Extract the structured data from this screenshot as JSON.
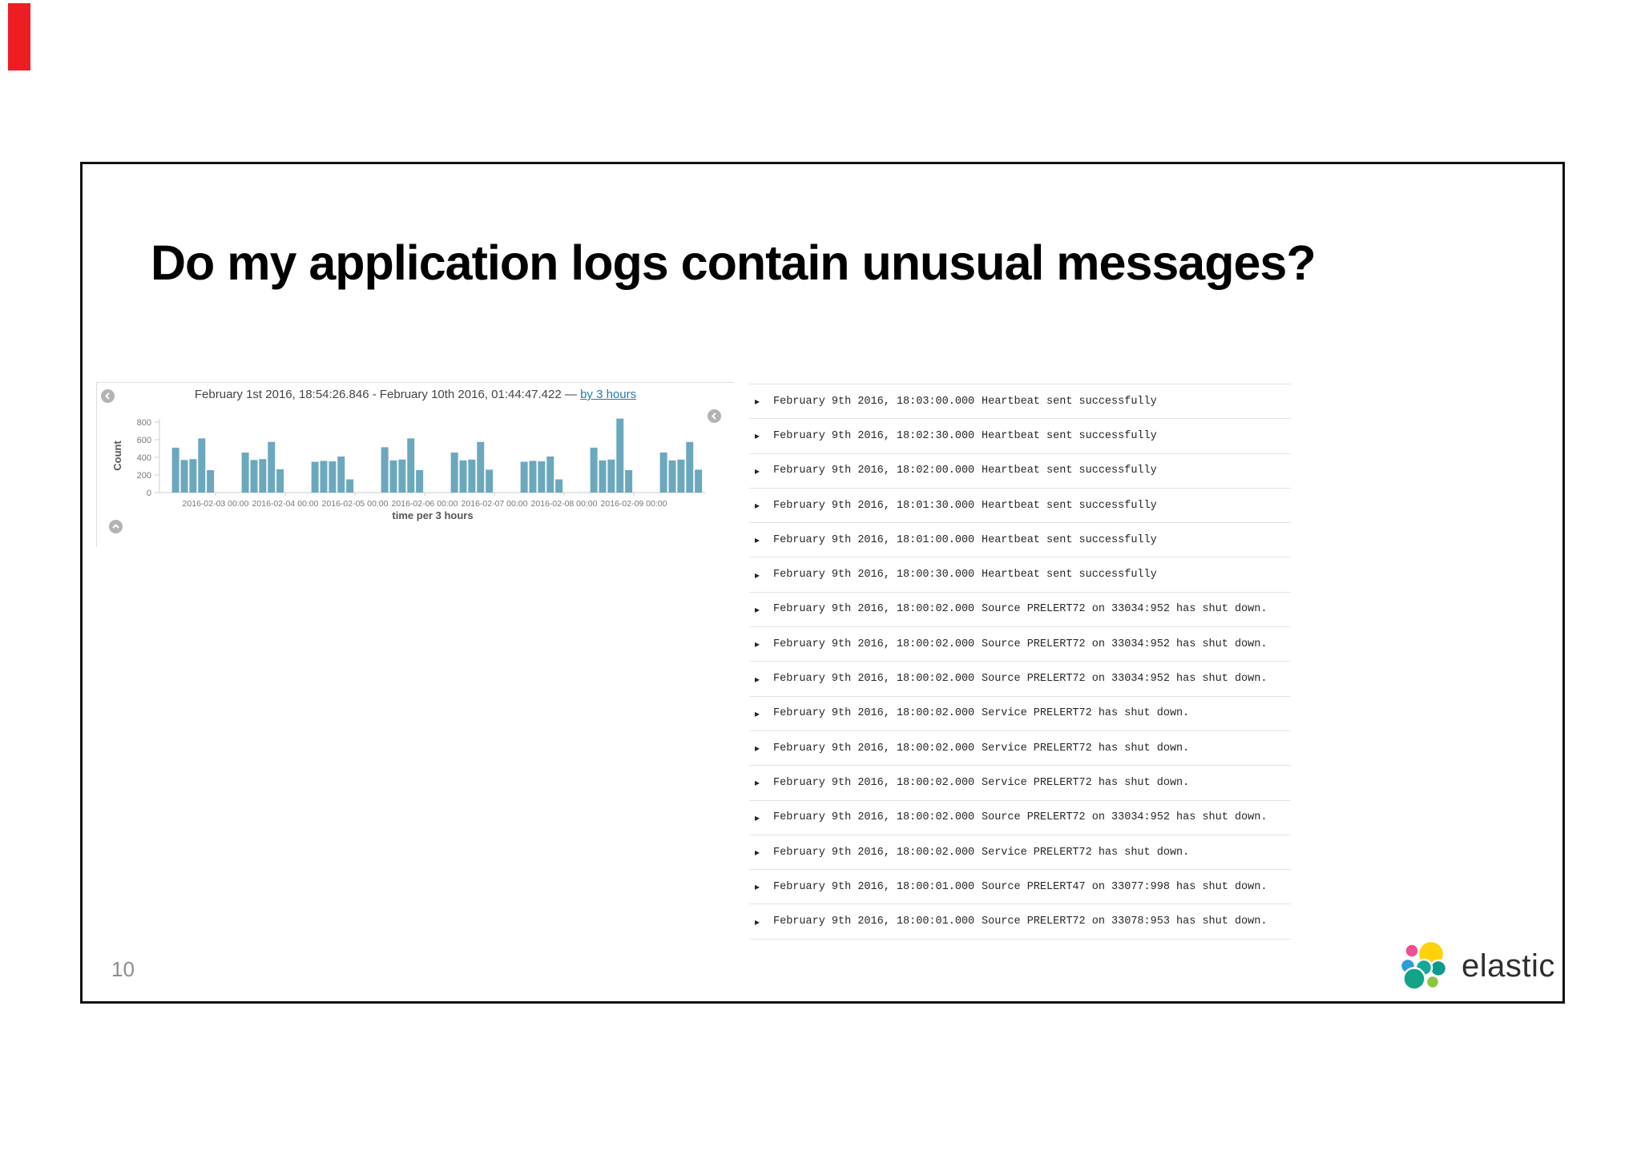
{
  "annotation": {
    "marker_color": "#ee1d23"
  },
  "theme": {
    "link_color": "#2a7ab0",
    "bar_color": "#6ca8bd",
    "axis_color": "#cccccc",
    "tick_text_color": "#777777",
    "axis_label_color": "#555555"
  },
  "slide": {
    "title": "Do my application logs contain unusual messages?",
    "page_number": "10"
  },
  "chart_panel": {
    "header": {
      "time_range": "February 1st 2016, 18:54:26.846 - February 10th 2016, 01:44:47.422",
      "dash": "—",
      "interval_link": "by 3 hours"
    }
  },
  "chart_data": {
    "type": "bar",
    "title": "February 1st 2016, 18:54:26.846 - February 10th 2016, 01:44:47.422 — by 3 hours",
    "xlabel": "time per 3 hours",
    "ylabel": "Count",
    "ylim": [
      0,
      880
    ],
    "yticks": [
      0,
      200,
      400,
      600,
      800
    ],
    "xtick_labels": [
      "2016-02-03 00:00",
      "2016-02-04 00:00",
      "2016-02-05 00:00",
      "2016-02-06 00:00",
      "2016-02-07 00:00",
      "2016-02-08 00:00",
      "2016-02-09 00:00"
    ],
    "interval_hours": 3,
    "slot_times": [
      "09:00",
      "12:00",
      "15:00",
      "18:00",
      "21:00"
    ],
    "days": [
      {
        "date": "2016-02-02",
        "values": [
          510,
          370,
          380,
          615,
          255
        ]
      },
      {
        "date": "2016-02-03",
        "values": [
          455,
          370,
          380,
          575,
          265
        ]
      },
      {
        "date": "2016-02-04",
        "values": [
          350,
          360,
          355,
          410,
          150
        ]
      },
      {
        "date": "2016-02-05",
        "values": [
          515,
          365,
          375,
          615,
          255
        ]
      },
      {
        "date": "2016-02-06",
        "values": [
          455,
          365,
          375,
          575,
          260
        ]
      },
      {
        "date": "2016-02-07",
        "values": [
          350,
          360,
          355,
          410,
          150
        ]
      },
      {
        "date": "2016-02-08",
        "values": [
          510,
          365,
          375,
          840,
          255
        ]
      },
      {
        "date": "2016-02-09",
        "values": [
          455,
          365,
          375,
          575,
          260
        ]
      }
    ],
    "legend": false,
    "grid": false
  },
  "icons": {
    "chart_collapse": "chevron-left",
    "chart_footer_collapse": "chevron-up",
    "table_collapse": "chevron-left",
    "row_expand_glyph": "▸"
  },
  "log_table": {
    "rows": [
      {
        "timestamp": "February 9th 2016, 18:03:00.000",
        "message": "Heartbeat sent successfully"
      },
      {
        "timestamp": "February 9th 2016, 18:02:30.000",
        "message": "Heartbeat sent successfully"
      },
      {
        "timestamp": "February 9th 2016, 18:02:00.000",
        "message": "Heartbeat sent successfully"
      },
      {
        "timestamp": "February 9th 2016, 18:01:30.000",
        "message": "Heartbeat sent successfully"
      },
      {
        "timestamp": "February 9th 2016, 18:01:00.000",
        "message": "Heartbeat sent successfully"
      },
      {
        "timestamp": "February 9th 2016, 18:00:30.000",
        "message": "Heartbeat sent successfully"
      },
      {
        "timestamp": "February 9th 2016, 18:00:02.000",
        "message": "Source PRELERT72 on 33034:952 has shut down."
      },
      {
        "timestamp": "February 9th 2016, 18:00:02.000",
        "message": "Source PRELERT72 on 33034:952 has shut down."
      },
      {
        "timestamp": "February 9th 2016, 18:00:02.000",
        "message": "Source PRELERT72 on 33034:952 has shut down."
      },
      {
        "timestamp": "February 9th 2016, 18:00:02.000",
        "message": "Service PRELERT72 has shut down."
      },
      {
        "timestamp": "February 9th 2016, 18:00:02.000",
        "message": "Service PRELERT72 has shut down."
      },
      {
        "timestamp": "February 9th 2016, 18:00:02.000",
        "message": "Service PRELERT72 has shut down."
      },
      {
        "timestamp": "February 9th 2016, 18:00:02.000",
        "message": "Source PRELERT72 on 33034:952 has shut down."
      },
      {
        "timestamp": "February 9th 2016, 18:00:02.000",
        "message": "Service PRELERT72 has shut down."
      },
      {
        "timestamp": "February 9th 2016, 18:00:01.000",
        "message": "Source PRELERT47 on 33077:998 has shut down."
      },
      {
        "timestamp": "February 9th 2016, 18:00:01.000",
        "message": "Source PRELERT72 on 33078:953 has shut down."
      }
    ]
  },
  "brand": {
    "wordmark": "elastic",
    "logo_colors": {
      "yellow": "#fed10a",
      "pink": "#f04e98",
      "blue": "#2d9cdb",
      "teal": "#15a899",
      "sea_green": "#12a38a",
      "dark_teal": "#0b9b8e",
      "green": "#8cc63f"
    }
  }
}
